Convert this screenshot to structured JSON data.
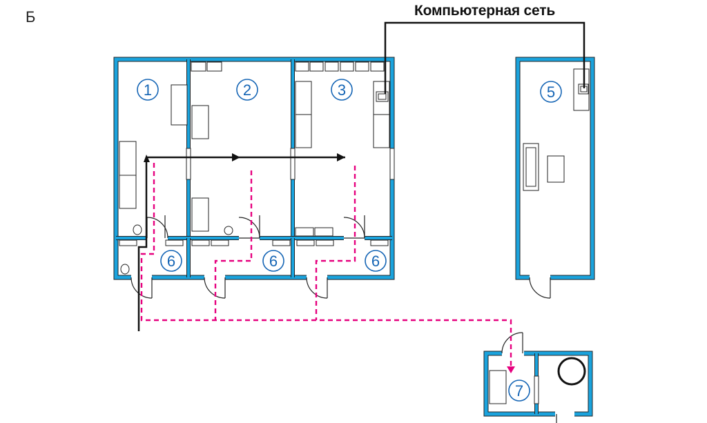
{
  "corner_label": "Б",
  "network_label": "Компьютерная сеть",
  "colors": {
    "wall": "#1aa3dd",
    "wall_outline": "#222222",
    "number": "#1565b5",
    "network_line": "#111111",
    "evacuation_route": "#e6007e"
  },
  "rooms": [
    {
      "id": "room-1",
      "label": "1"
    },
    {
      "id": "room-2",
      "label": "2"
    },
    {
      "id": "room-3",
      "label": "3"
    },
    {
      "id": "room-5",
      "label": "5"
    },
    {
      "id": "room-6a",
      "label": "6"
    },
    {
      "id": "room-6b",
      "label": "6"
    },
    {
      "id": "room-6c",
      "label": "6"
    },
    {
      "id": "room-7",
      "label": "7"
    }
  ]
}
